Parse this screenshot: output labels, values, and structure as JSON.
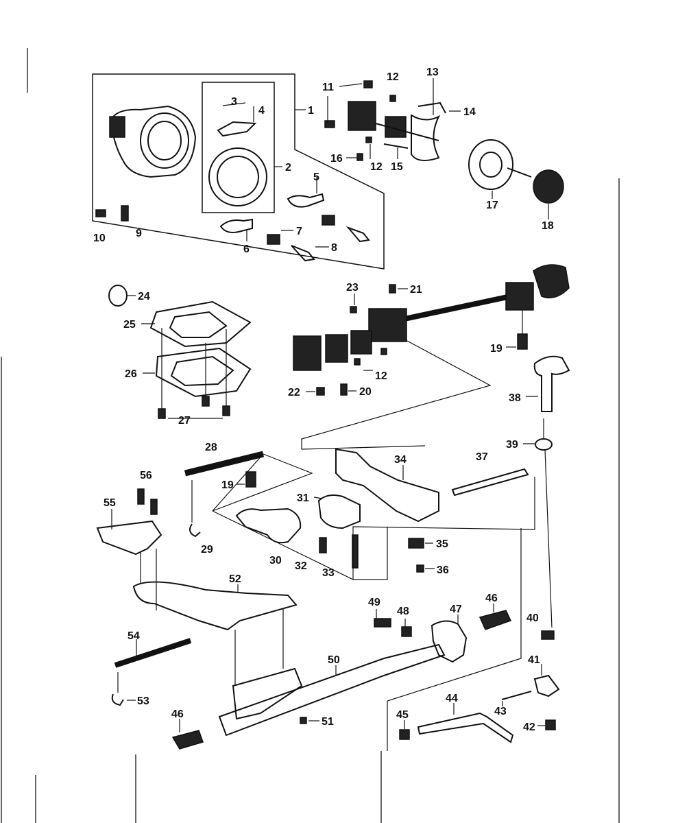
{
  "labels": {
    "p1": "1",
    "p2": "2",
    "p3": "3",
    "p4": "4",
    "p5": "5",
    "p6": "6",
    "p7": "7",
    "p8": "8",
    "p9": "9",
    "p10": "10",
    "p11": "11",
    "p12a": "12",
    "p12b": "12",
    "p12c": "12",
    "p13": "13",
    "p14": "14",
    "p15": "15",
    "p16": "16",
    "p17": "17",
    "p18": "18",
    "p19a": "19",
    "p19b": "19",
    "p20": "20",
    "p21": "21",
    "p22": "22",
    "p23": "23",
    "p24": "24",
    "p25": "25",
    "p26": "26",
    "p27": "27",
    "p28": "28",
    "p29": "29",
    "p30": "30",
    "p31": "31",
    "p32": "32",
    "p33": "33",
    "p34": "34",
    "p35": "35",
    "p36": "36",
    "p37": "37",
    "p38": "38",
    "p39": "39",
    "p40": "40",
    "p41": "41",
    "p42": "42",
    "p43": "43",
    "p44": "44",
    "p45": "45",
    "p46a": "46",
    "p46b": "46",
    "p47": "47",
    "p48": "48",
    "p49": "49",
    "p50": "50",
    "p51": "51",
    "p52": "52",
    "p53": "53",
    "p54": "54",
    "p55": "55",
    "p56": "56"
  }
}
